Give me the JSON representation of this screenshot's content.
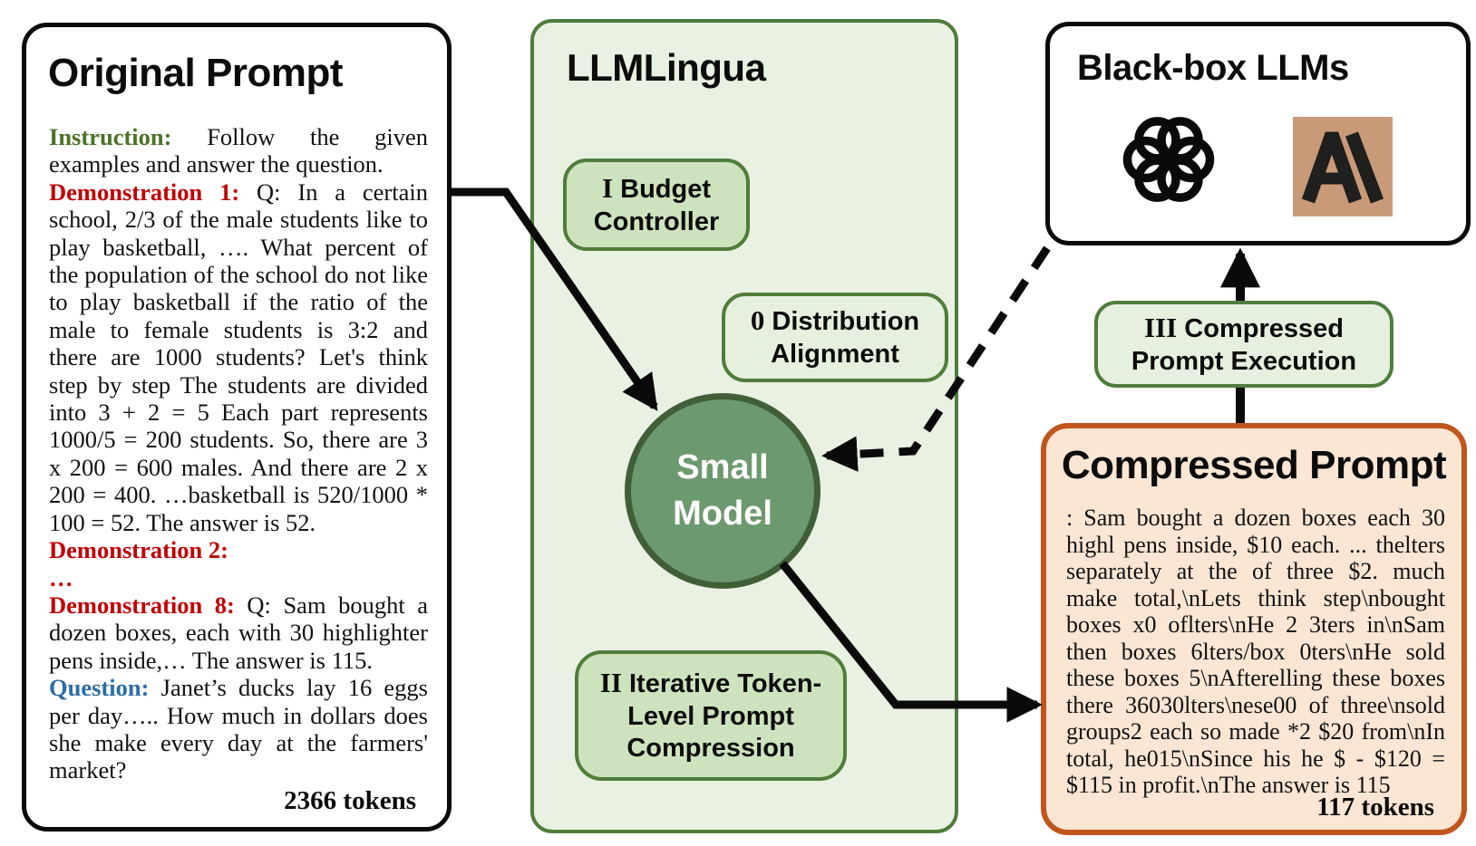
{
  "colors": {
    "green-border": "#4f7d3b",
    "panel-green": "#e9f1e2",
    "box-green": "#cde3bd",
    "box-green-light": "#e6f0de",
    "circle-fill": "#6d996f",
    "circle-border": "#415f37",
    "orange-border": "#c0561b",
    "orange-fill": "#fbe6d4",
    "label-green": "#4c7227",
    "label-red": "#c00000",
    "label-blue": "#2d6da5",
    "anthropic-bg": "#c99a78",
    "logo-dark": "#1f1f1d",
    "arrow-black": "#0a0a0a"
  },
  "left": {
    "title": "Original Prompt",
    "instruction_label": "Instruction:",
    "instruction_text": "Follow the given examples and answer the question.",
    "demo1_label": "Demonstration 1:",
    "demo1_text": "Q: In a certain school, 2/3 of the male students like to play basketball, …. What percent of the population of the school do not like to play basketball if the ratio of the male to female students is 3:2 and there are 1000 students? Let's think step by step The students are divided into 3 + 2 = 5 Each part represents 1000/5 = 200 students. So, there are 3 x 200 = 600 males. And there are 2 x 200 = 400. …basketball is 520/1000 * 100 = 52. The answer is 52.",
    "demo2_label": "Demonstration 2:",
    "ellipsis": "…",
    "demo8_label": "Demonstration 8:",
    "demo8_text": "Q: Sam bought a dozen boxes, each with 30 highlighter pens inside,… The answer is 115.",
    "question_label": "Question:",
    "question_text": "Janet’s ducks lay 16 eggs per day….. How much in dollars does she make every day at the farmers' market?",
    "tokens": "2366 tokens"
  },
  "middle": {
    "title": "LLMLingua",
    "budget": {
      "numeral": "I",
      "line1": "Budget",
      "line2": "Controller"
    },
    "distribution": {
      "numeral": "0",
      "line1": "Distribution",
      "line2": "Alignment"
    },
    "small_model": {
      "line1": "Small",
      "line2": "Model"
    },
    "iterative": {
      "numeral": "II",
      "line1": "Iterative Token-",
      "line2": "Level Prompt",
      "line3": "Compression"
    }
  },
  "blackbox": {
    "title": "Black-box LLMs",
    "logos": {
      "openai": "openai-logo",
      "anthropic": "anthropic-logo"
    }
  },
  "exec": {
    "numeral": "III",
    "line1": "Compressed",
    "line2": "Prompt Execution"
  },
  "compressed": {
    "title": "Compressed Prompt",
    "body": ": Sam bought a dozen boxes each 30 highl pens inside, $10 each. ... thelters separately at the of three $2. much make total,\\nLets think step\\nbought boxes x0 oflters\\nHe 2 3ters in\\nSam then boxes 6lters/box 0ters\\nHe sold these boxes 5\\nAfterelling these boxes there 36030lters\\nese00 of three\\nsold groups2 each so made *2 $20 from\\nIn total, he015\\nSince his he $ - $120 = $115 in profit.\\nThe answer is 115",
    "tokens": "117 tokens"
  }
}
